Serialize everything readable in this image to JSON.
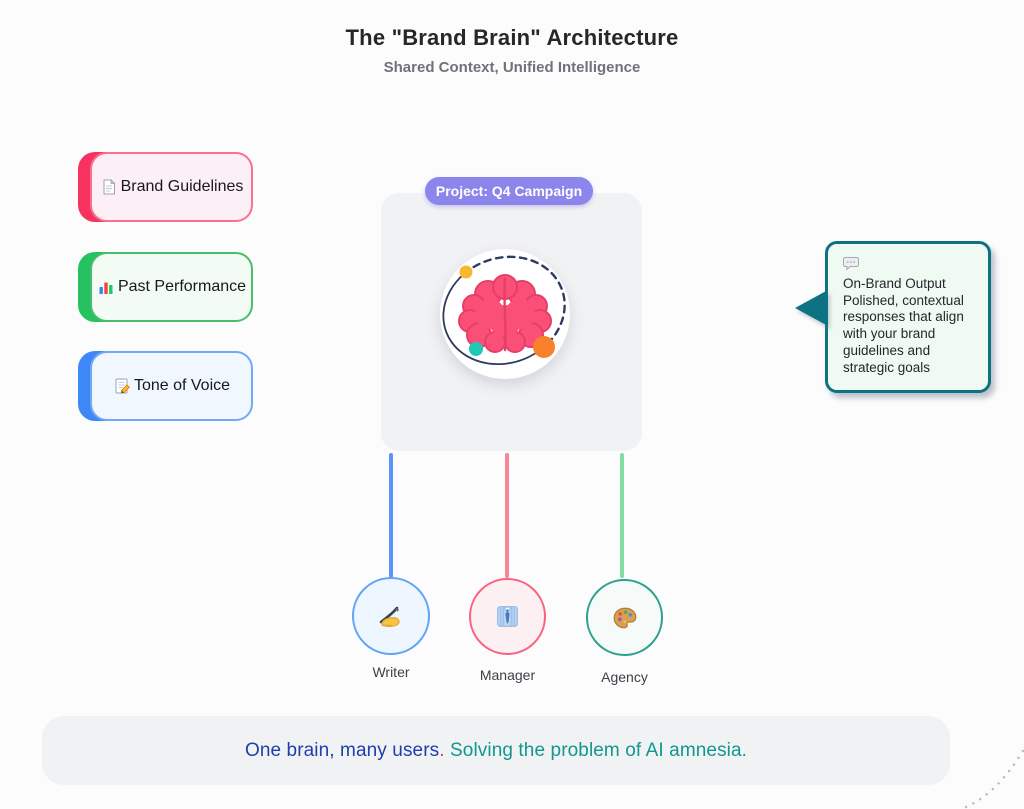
{
  "page": {
    "title": "The \"Brand Brain\" Architecture",
    "subtitle": "Shared Context, Unified Intelligence"
  },
  "sources": {
    "items": [
      {
        "label": "Brand Guidelines",
        "icon": "document-icon",
        "accent": "#f8325f",
        "border": "#f9718e",
        "bg": "#fdeff6"
      },
      {
        "label": "Past Performance",
        "icon": "bar-chart-icon",
        "accent": "#26c160",
        "border": "#49bd6b",
        "bg": "#f3fcf4"
      },
      {
        "label": "Tone of Voice",
        "icon": "memo-icon",
        "accent": "#3e87f7",
        "border": "#71a9f7",
        "bg": "#f0f7ff"
      }
    ]
  },
  "brain": {
    "badge": "Project: Q4 Campaign",
    "badge_color": "#8c85ec",
    "illustration": "brain-with-orbit-and-dots",
    "brain_color": "#fa5078",
    "orbit_color": "#2e3a62",
    "dot_colors": [
      "#f5b82e",
      "#1ec9b8",
      "#f9812c"
    ]
  },
  "callout": {
    "icon": "speech-balloon-icon",
    "title": "On-Brand Output",
    "body": "Polished, contextual responses that align with your brand guidelines and strategic goals",
    "border_color": "#0d7383",
    "bg": "#effaf3"
  },
  "users": [
    {
      "label": "Writer",
      "icon": "writing-hand-icon",
      "border": "#62a5f8",
      "bg": "#eef6ff",
      "line": "#5b96f7"
    },
    {
      "label": "Manager",
      "icon": "necktie-icon",
      "border": "#f9637f",
      "bg": "#fdf0f3",
      "line": "#f98398"
    },
    {
      "label": "Agency",
      "icon": "palette-icon",
      "border": "#2ca18f",
      "bg": "#f6fbf9",
      "line": "#83dca2"
    }
  ],
  "footer": {
    "part1": "One brain, many users",
    "dot": ".",
    "part2": " Solving the problem of AI amnesia.",
    "part1_color": "#1d3fad",
    "dot_color": "#e03a3a",
    "part2_color": "#12978e"
  }
}
